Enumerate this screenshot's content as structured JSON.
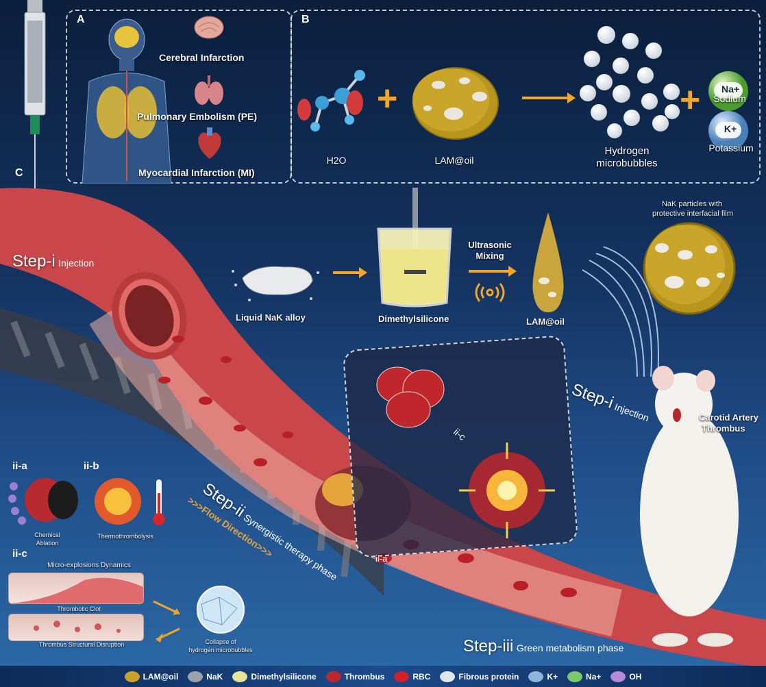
{
  "panelA": {
    "letter": "A",
    "conditions": [
      "Cerebral Infarction",
      "Pulmonary Embolism (PE)",
      "Myocardial Infarction (MI)"
    ]
  },
  "panelB": {
    "letter": "B",
    "water_label": "H2O",
    "lam_label": "LAM@oil",
    "hydrogen_label_1": "Hydrogen",
    "hydrogen_label_2": "microbubbles",
    "na_symbol": "Na+",
    "na_label": "Sodium",
    "k_symbol": "K+",
    "k_label": "Potassium"
  },
  "panelC": {
    "letter": "C",
    "prep": {
      "nak_label": "Liquid NaK alloy",
      "silicone_label": "Dimethylsilicone",
      "mix_label_1": "Ultrasonic",
      "mix_label_2": "Mixing",
      "lam_label": "LAM@oil",
      "particle_note_1": "NaK particles with",
      "particle_note_2": "protective interfacial film"
    },
    "step1_main": "Step-i",
    "step1_main_sub": "Injection",
    "step1_rat": "Step-i",
    "step1_rat_sub": "Injection",
    "rat_label_1": "Carotid Artery",
    "rat_label_2": "Thrombus",
    "step2": "Step-ii",
    "step2_sub": "Synergistic therapy phase",
    "flow": ">>>Flow Direction>>>",
    "step3": "Step-iii",
    "step3_sub": "Green metabolism phase",
    "iic_inset": "ii-c",
    "iia_vessel": "ii-a",
    "sub_a": {
      "tag": "ii-a",
      "caption_1": "Chemical",
      "caption_2": "Ablation"
    },
    "sub_b": {
      "tag": "ii-b",
      "caption": "Thermothrombolysis"
    },
    "sub_c": {
      "tag": "ii-c",
      "title": "Micro-explosions Dynamics",
      "clot": "Thrombotic Clot",
      "disruption": "Thrombus Structural Disruption",
      "collapse_1": "Collapse of",
      "collapse_2": "hydrogen microbubbles"
    }
  },
  "legend": [
    {
      "label": "LAM@oil",
      "color": "#c9a227"
    },
    {
      "label": "NaK",
      "color": "#9aa3ab"
    },
    {
      "label": "Dimethylsilicone",
      "color": "#e8e39a"
    },
    {
      "label": "Thrombus",
      "color": "#c0272d"
    },
    {
      "label": "RBC",
      "color": "#d0202a"
    },
    {
      "label": "Fibrous protein",
      "color": "#dfe6ee"
    },
    {
      "label": "K+",
      "color": "#8fb5d9"
    },
    {
      "label": "Na+",
      "color": "#7bc86c"
    },
    {
      "label": "OH",
      "color": "#b58ad6"
    }
  ]
}
